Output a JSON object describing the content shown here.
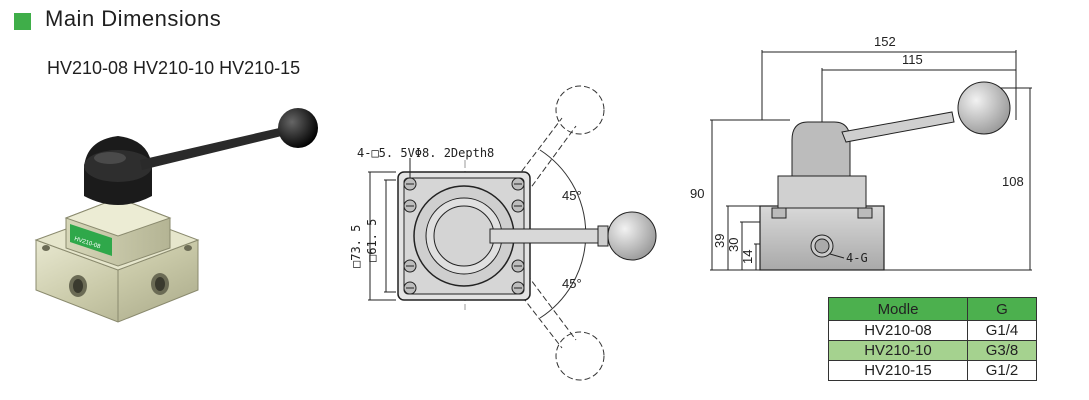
{
  "header": {
    "title": "Main Dimensions",
    "accent_color": "#3fae49"
  },
  "models_line": "HV210-08 HV210-10 HV210-15",
  "product_photo": {
    "label": "HV210-08"
  },
  "front_view": {
    "hole_spec": "4-□5. 5VΦ8. 2Depth8",
    "outer_dim": "□73. 5",
    "inner_dim": "□61. 5",
    "angle_top": "45°",
    "angle_bottom": "45°"
  },
  "side_view": {
    "width_total": "152",
    "width_handle": "115",
    "height_body": "90",
    "height_total": "108",
    "dim_39": "39",
    "dim_30": "30",
    "dim_14": "14",
    "port_label": "4-G"
  },
  "spec_table": {
    "headers": [
      "Modle",
      "G"
    ],
    "rows": [
      [
        "HV210-08",
        "G1/4"
      ],
      [
        "HV210-10",
        "G3/8"
      ],
      [
        "HV210-15",
        "G1/2"
      ]
    ],
    "header_color": "#4cb04e",
    "highlight_color": "#a5d28f"
  }
}
